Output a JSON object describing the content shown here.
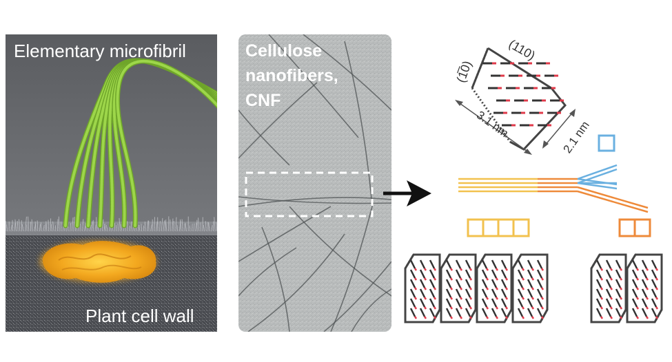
{
  "panels": {
    "left": {
      "top_label": "Elementary microfibril",
      "bottom_label": "Plant cell wall"
    },
    "middle": {
      "label_lines": [
        "Cellulose",
        "nanofibers,",
        "CNF"
      ]
    },
    "right": {
      "miller_left": "(1̅0)",
      "miller_right": "(110)",
      "dim_long": "3.1 nm",
      "dim_short": "2.1 nm"
    }
  },
  "colors": {
    "fibril_green": "#9dd64a",
    "cell_yellow": "#f5b82a",
    "strand_yellow": "#f2c14e",
    "strand_orange": "#ee8a3a",
    "strand_blue": "#6ab0e0",
    "chain_dark": "#333333",
    "chain_red": "#e03a4a"
  }
}
